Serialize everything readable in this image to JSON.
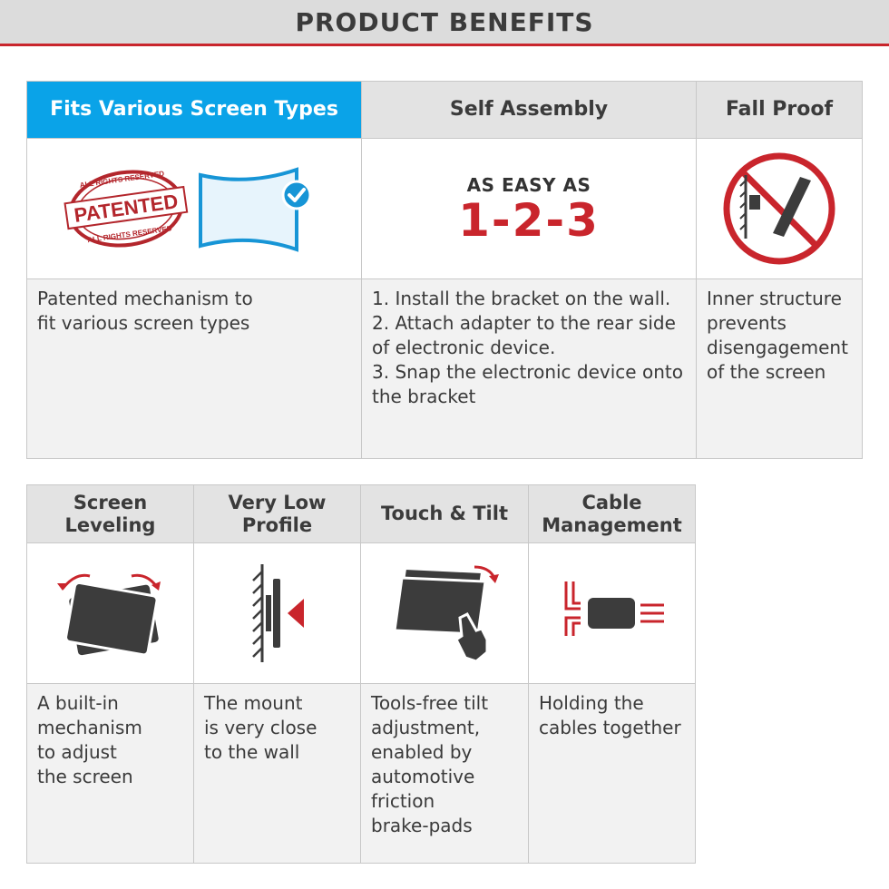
{
  "banner": {
    "title": "PRODUCT BENEFITS"
  },
  "benefits_top": [
    {
      "title": "Fits Various Screen Types",
      "description": "Patented mechanism to\nfit various screen types",
      "icon": "patented-stamp-and-screen-icon",
      "stamp_main": "PATENTED",
      "stamp_top": "ALL RIGHTS RESERVED",
      "stamp_bottom": "ALL RIGHTS RESERVED"
    },
    {
      "title": "Self Assembly",
      "description": "1. Install the bracket on the wall.\n2. Attach adapter to the rear side\nof electronic device.\n3. Snap the electronic device onto\nthe bracket",
      "easy_line1": "AS EASY AS",
      "easy_line2": "1-2-3"
    },
    {
      "title": "Fall Proof",
      "description": "Inner structure\nprevents\ndisengagement\nof the screen",
      "icon": "no-fall-icon"
    }
  ],
  "benefits_bottom": [
    {
      "title": "Screen\nLeveling",
      "description": "A built-in\nmechanism\nto adjust\nthe screen",
      "icon": "screen-rotate-icon"
    },
    {
      "title": "Very Low\nProfile",
      "description": "The mount\nis very close\nto the wall",
      "icon": "wall-profile-icon"
    },
    {
      "title": "Touch & Tilt",
      "description": "Tools-free tilt\nadjustment,\nenabled by\nautomotive\nfriction\nbrake-pads",
      "icon": "touch-tilt-icon"
    },
    {
      "title": "Cable\nManagement",
      "description": "Holding the\ncables together",
      "icon": "cable-clip-icon"
    }
  ],
  "colors": {
    "accent_blue": "#0aa3e8",
    "accent_red": "#c9252c",
    "header_gray": "#e3e3e3",
    "icon_dark": "#3c3c3c"
  }
}
